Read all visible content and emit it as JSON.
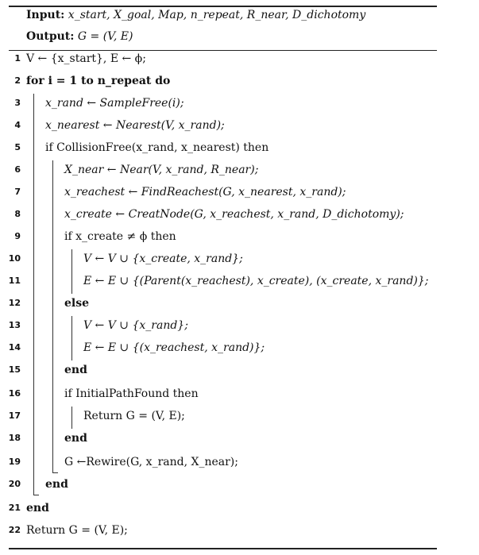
{
  "header": {
    "input_label": "Input:",
    "input_args": "x_start, X_goal, Map, n_repeat, R_near, D_dichotomy",
    "output_label": "Output:",
    "output_expr": "G = (V, E)"
  },
  "lines": [
    {
      "n": "1",
      "text": "V ← {x_start}, E ← ϕ;"
    },
    {
      "n": "2",
      "text": "for i = 1 to n_repeat do"
    },
    {
      "n": "3",
      "text": "x_rand ← SampleFree(i);"
    },
    {
      "n": "4",
      "text": "x_nearest ← Nearest(V, x_rand);"
    },
    {
      "n": "5",
      "text": "if CollisionFree(x_rand, x_nearest) then"
    },
    {
      "n": "6",
      "text": "X_near ← Near(V, x_rand, R_near);"
    },
    {
      "n": "7",
      "text": "x_reachest ← FindReachest(G, x_nearest, x_rand);"
    },
    {
      "n": "8",
      "text": "x_create ← CreatNode(G, x_reachest, x_rand, D_dichotomy);"
    },
    {
      "n": "9",
      "text": "if x_create ≠ ϕ then"
    },
    {
      "n": "10",
      "text": "V ← V ∪ {x_create, x_rand};"
    },
    {
      "n": "11",
      "text": "E ← E ∪ {(Parent(x_reachest), x_create), (x_create, x_rand)};"
    },
    {
      "n": "12",
      "text": "else"
    },
    {
      "n": "13",
      "text": "V ← V ∪ {x_rand};"
    },
    {
      "n": "14",
      "text": "E ← E ∪ {(x_reachest, x_rand)};"
    },
    {
      "n": "15",
      "text": "end"
    },
    {
      "n": "16",
      "text": "if InitialPathFound then"
    },
    {
      "n": "17",
      "text": "Return G = (V, E);"
    },
    {
      "n": "18",
      "text": "end"
    },
    {
      "n": "19",
      "text": "G ←Rewire(G, x_rand, X_near);"
    },
    {
      "n": "20",
      "text": "end"
    },
    {
      "n": "21",
      "text": "end"
    },
    {
      "n": "22",
      "text": "Return G = (V, E);"
    }
  ]
}
